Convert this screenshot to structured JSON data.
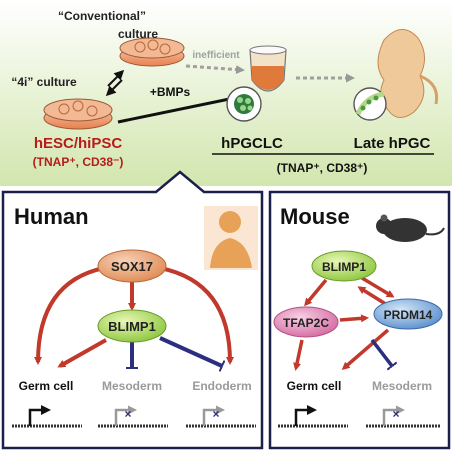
{
  "top": {
    "conventional_label": "“Conventional”",
    "conventional_label2": "culture",
    "fouri_label": "“4i” culture",
    "inefficient_label": "inefficient",
    "bmp_label": "+BMPs",
    "source_cells": "hESC/hiPSC",
    "source_markers": "(TNAP⁺, CD38⁻)",
    "pgclc_label": "hPGCLC",
    "late_hpgc_label": "Late hPGC",
    "pgc_markers": "(TNAP⁺, CD38⁺)"
  },
  "human": {
    "title": "Human",
    "nodes": {
      "sox17": "SOX17",
      "blimp1": "BLIMP1"
    },
    "targets": {
      "germ": "Germ cell",
      "meso": "Mesoderm",
      "endo": "Endoderm"
    }
  },
  "mouse": {
    "title": "Mouse",
    "nodes": {
      "blimp1": "BLIMP1",
      "tfap2c": "TFAP2C",
      "prdm14": "PRDM14"
    },
    "targets": {
      "germ": "Germ cell",
      "meso": "Mesoderm"
    }
  },
  "colors": {
    "top_bg": "#d8e9b7",
    "activate": "#c0392b",
    "repress": "#2b2f7d",
    "title_red": "#b71c1c",
    "gray_text": "#9a9a9a"
  }
}
